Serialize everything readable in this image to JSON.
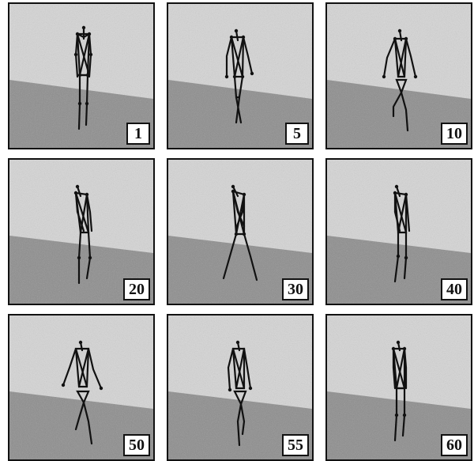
{
  "frames": [
    {
      "label": "1"
    },
    {
      "label": "5"
    },
    {
      "label": "10"
    },
    {
      "label": "20"
    },
    {
      "label": "30"
    },
    {
      "label": "40"
    },
    {
      "label": "50"
    },
    {
      "label": "55"
    },
    {
      "label": "60"
    }
  ],
  "colors": {
    "sky": "#d6d6d6",
    "ground": "#8c8c8c",
    "figure": "#111111",
    "border": "#111111"
  }
}
